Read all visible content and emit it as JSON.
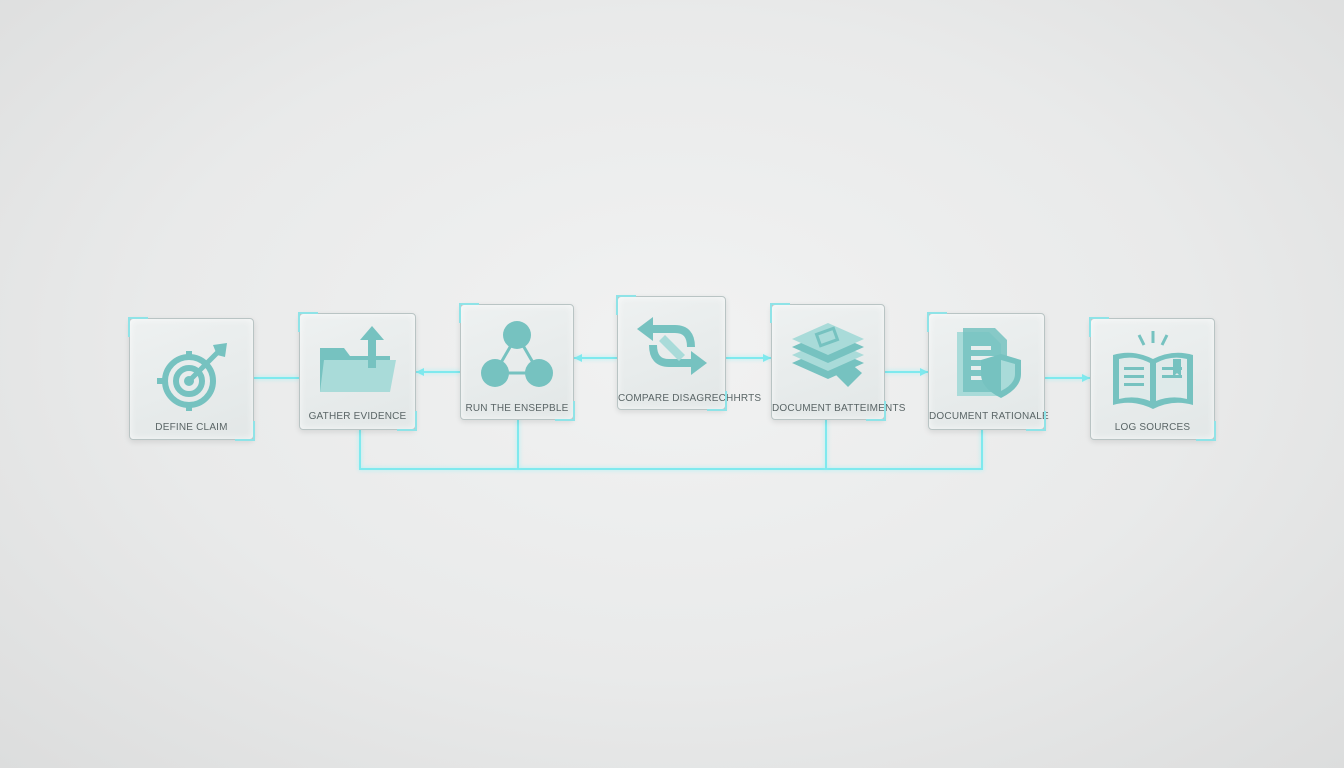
{
  "diagram": {
    "nodes": [
      {
        "id": "define-claim",
        "label": "DEFINE CLAIM",
        "icon": "target-icon"
      },
      {
        "id": "gather-evidence",
        "label": "GATHER EVIDENCE",
        "icon": "folder-upload-icon"
      },
      {
        "id": "run-ensemble",
        "label": "RUN THE ENSEPBLE",
        "icon": "network-nodes-icon"
      },
      {
        "id": "compare-disagreements",
        "label": "COMPARE DISAGRECHHRTS",
        "icon": "cycle-arrows-icon"
      },
      {
        "id": "document-statements",
        "label": "DOCUMENT BATTEIMENTS",
        "icon": "stacked-layers-icon"
      },
      {
        "id": "document-rationale",
        "label": "DOCUMENT RATIONALE",
        "icon": "document-shield-icon"
      },
      {
        "id": "log-sources",
        "label": "LOG SOURCES",
        "icon": "open-book-icon"
      }
    ],
    "colors": {
      "accent": "#7fe9ee",
      "icon": "#76c2c0",
      "node_border": "#b9c4c4",
      "label": "#5a6566"
    }
  }
}
